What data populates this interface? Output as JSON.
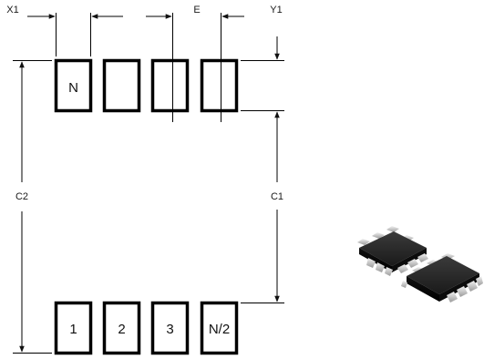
{
  "diagram": {
    "dimensions": {
      "x1": "X1",
      "e": "E",
      "y1": "Y1",
      "c1": "C1",
      "c2": "C2"
    },
    "top_row": {
      "pins": [
        "N",
        "",
        "",
        ""
      ]
    },
    "bottom_row": {
      "pins": [
        "1",
        "2",
        "3",
        "N/2"
      ]
    },
    "photo": {
      "subject": "two-soic-8-chips"
    }
  }
}
